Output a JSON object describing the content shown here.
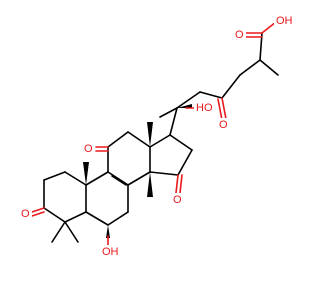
{
  "colors": {
    "bond": "#000000",
    "heteroatom_oxygen": "#e8191c",
    "background": "#ffffff"
  },
  "labels": {
    "acid_oh": "OH",
    "acid_o": "O",
    "ketone_side_o": "O",
    "side_oh": "HO",
    "ketone_c11_o": "O",
    "ketone_c15_o": "O",
    "ketone_c3_o": "O",
    "c7_oh": "OH"
  }
}
